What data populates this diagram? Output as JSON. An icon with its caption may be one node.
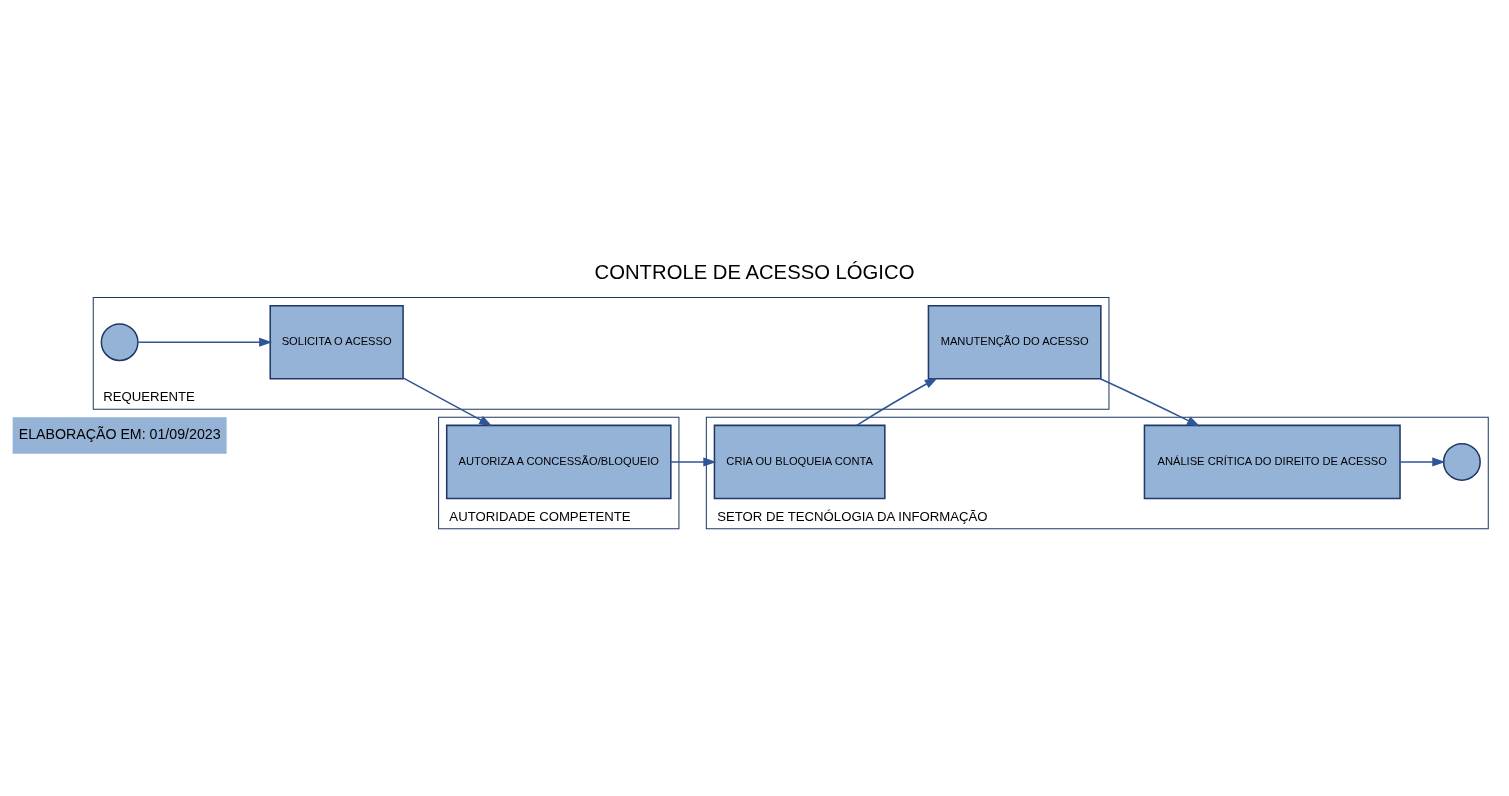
{
  "diagram": {
    "title": "CONTROLE DE ACESSO LÓGICO",
    "nodes": [
      {
        "text": [
          "REQUERENTE"
        ]
      },
      {
        "text": [],
        "shape": "circle",
        "in": 0
      },
      {
        "text": [
          "SOLICITA O ACESSO"
        ],
        "in": 0
      },
      {
        "text": [
          "MANUTENÇÃO DO ACESSO"
        ],
        "in": 0
      },
      {
        "text": [
          "AUTORIDADE COMPETENTE"
        ]
      },
      {
        "text": [
          "AUTORIZA A CONCESSÃO/BLOQUEIO"
        ],
        "in": 4
      },
      {
        "text": [
          "SETOR DE TECNÓLOGIA DA INFORMAÇÃO"
        ]
      },
      {
        "text": [
          "CRIA OU BLOQUEIA CONTA"
        ],
        "in": 6
      },
      {
        "text": [
          "ANÁLISE CRÍTICA DO DIREITO DE ACESSO"
        ],
        "in": 6
      },
      {
        "text": [],
        "shape": "circle",
        "in": 6
      }
    ],
    "edges": [
      {
        "from": 1,
        "to": 2,
        "arrow": "to"
      },
      {
        "from": 2,
        "to": 5,
        "arrow": "to"
      },
      {
        "from": 5,
        "to": 7,
        "arrow": "to"
      },
      {
        "from": 7,
        "to": 3,
        "arrow": "to"
      },
      {
        "from": 3,
        "to": 8,
        "arrow": "to"
      },
      {
        "from": 8,
        "to": 9,
        "arrow": "to"
      }
    ],
    "labels": [
      "ELABORAÇÃO EM: 01/09/2023"
    ]
  }
}
